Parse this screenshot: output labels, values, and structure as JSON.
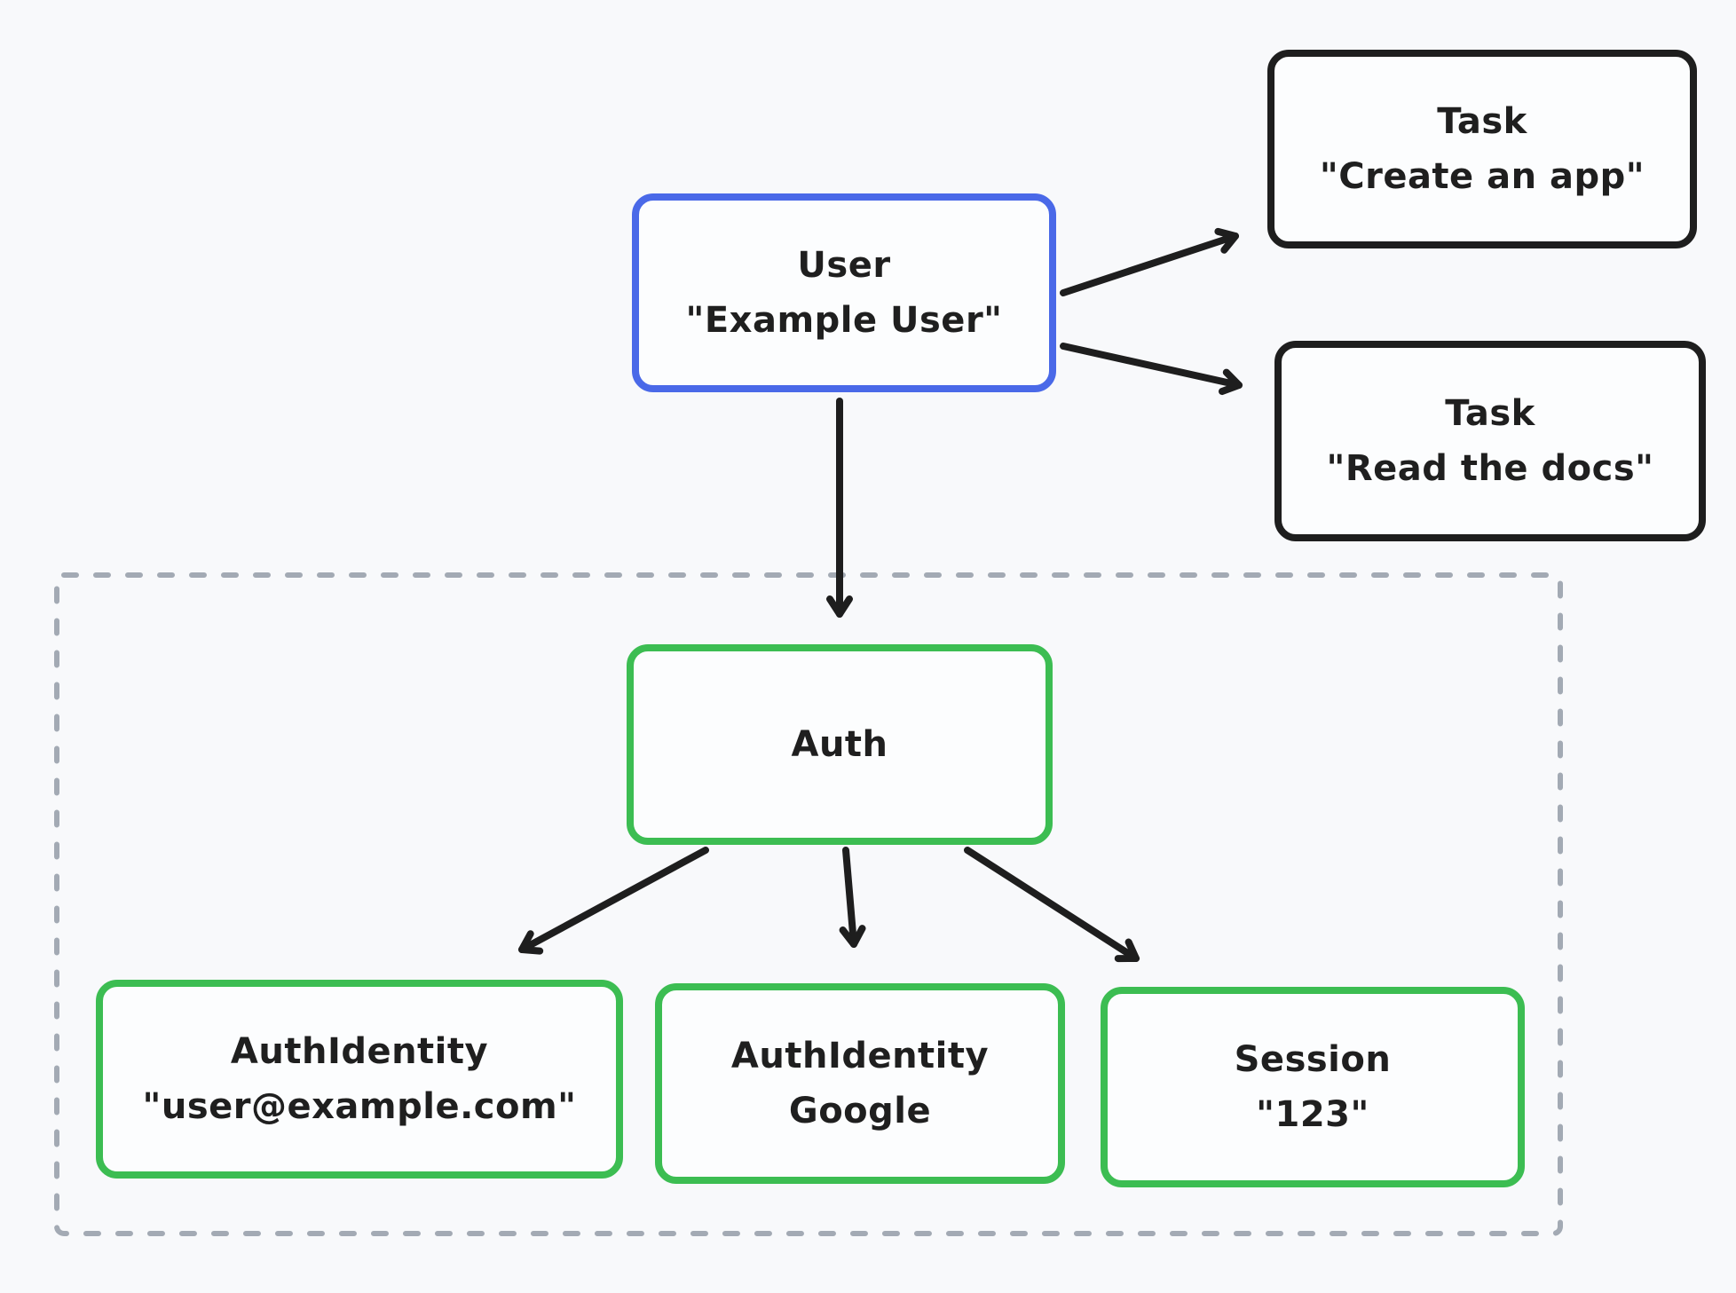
{
  "canvas": {
    "background": "#f8f9fb"
  },
  "colors": {
    "node_border_black": "#1e1e1e",
    "node_border_blue": "#4a69e8",
    "node_border_green": "#3cbd52",
    "group_dashed_gray": "#a3aab4",
    "text": "#1f1f1f",
    "node_fill": "#fcfdfe"
  },
  "nodes": {
    "user": {
      "title": "User",
      "subtitle": "\"Example User\""
    },
    "task_create": {
      "title": "Task",
      "subtitle": "\"Create an app\""
    },
    "task_read": {
      "title": "Task",
      "subtitle": "\"Read the docs\""
    },
    "auth": {
      "title": "Auth"
    },
    "auth_identity_email": {
      "title": "AuthIdentity",
      "subtitle": "\"user@example.com\""
    },
    "auth_identity_google": {
      "title": "AuthIdentity",
      "subtitle": "Google"
    },
    "session": {
      "title": "Session",
      "subtitle": "\"123\""
    }
  },
  "edges": [
    {
      "from": "user",
      "to": "task_create"
    },
    {
      "from": "user",
      "to": "task_read"
    },
    {
      "from": "user",
      "to": "auth"
    },
    {
      "from": "auth",
      "to": "auth_identity_email"
    },
    {
      "from": "auth",
      "to": "auth_identity_google"
    },
    {
      "from": "auth",
      "to": "session"
    }
  ],
  "group": {
    "contains": [
      "auth",
      "auth_identity_email",
      "auth_identity_google",
      "session"
    ]
  }
}
